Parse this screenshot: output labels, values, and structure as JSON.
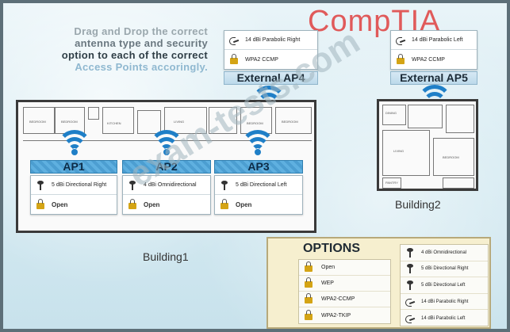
{
  "brand": "CompTIA",
  "watermark": "exam-tests.com",
  "instructions": {
    "line1": "Drag and Drop the correct",
    "line2": "antenna type and security",
    "line3": "option to each of the correct",
    "line4": "Access Points accoringly."
  },
  "access_points": [
    {
      "id": "ap1",
      "label": "AP1",
      "antenna": "5 dBi Directional Right",
      "security": "Open"
    },
    {
      "id": "ap2",
      "label": "AP2",
      "antenna": "4 dBi Omnidirectional",
      "security": "Open"
    },
    {
      "id": "ap3",
      "label": "AP3",
      "antenna": "5 dBi Directional Left",
      "security": "Open"
    },
    {
      "id": "ap4",
      "label": "External AP4",
      "antenna": "14 dBi Parabolic Right",
      "security": "WPA2 CCMP"
    },
    {
      "id": "ap5",
      "label": "External AP5",
      "antenna": "14 dBi Parabolic Left",
      "security": "WPA2 CCMP"
    }
  ],
  "buildings": {
    "building1": "Building1",
    "building2": "Building2"
  },
  "options": {
    "title": "OPTIONS",
    "security": [
      "Open",
      "WEP",
      "WPA2-CCMP",
      "WPA2-TKIP"
    ],
    "antennas": [
      {
        "label": "4 dBi Omnidirectional",
        "icon": "omni-antenna-icon"
      },
      {
        "label": "5 dBi Directional Right",
        "icon": "directional-antenna-icon"
      },
      {
        "label": "5 dBi Directional Left",
        "icon": "directional-antenna-icon"
      },
      {
        "label": "14 dBi Parabolic Right",
        "icon": "parabolic-dish-icon"
      },
      {
        "label": "14 dBi Parabolic Left",
        "icon": "parabolic-dish-icon"
      }
    ]
  },
  "colors": {
    "brand": "#e05a5a",
    "wifi": "#1f7fc7",
    "lock": "#d4a415",
    "banner": "#4c9ed1"
  }
}
